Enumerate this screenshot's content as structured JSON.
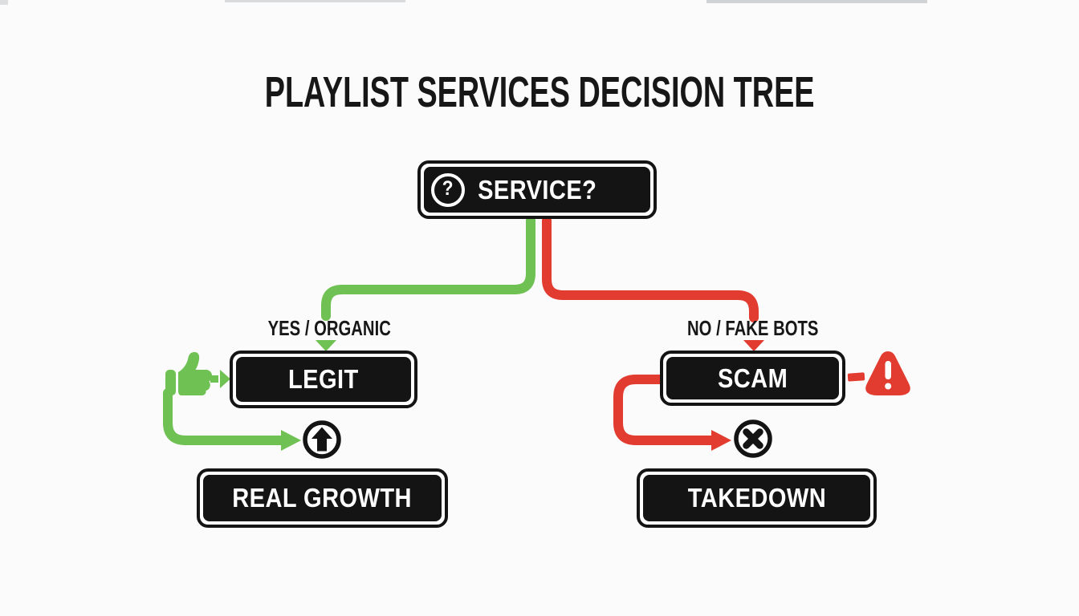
{
  "meta": {
    "title_text": "PLAYLIST SERVICES DECISION TREE"
  },
  "root_node": {
    "label": "SERVICE?",
    "icon": "question-circle-icon",
    "icon_glyph": "?"
  },
  "left_branch": {
    "condition_label": "YES / ORGANIC",
    "node_label": "LEGIT",
    "outcome_label": "REAL GROWTH",
    "icons": [
      "thumbs-up-icon",
      "green-arrow-right-icon",
      "growth-up-arrow-circle-icon"
    ]
  },
  "right_branch": {
    "condition_label": "NO / FAKE BOTS",
    "node_label": "SCAM",
    "outcome_label": "TAKEDOWN",
    "icons": [
      "warning-triangle-icon",
      "x-circle-icon"
    ]
  },
  "colors": {
    "green": "#6ec152",
    "red": "#e23b30",
    "box_black": "#141414",
    "background": "#fbfbfb",
    "text_white": "#ffffff"
  }
}
